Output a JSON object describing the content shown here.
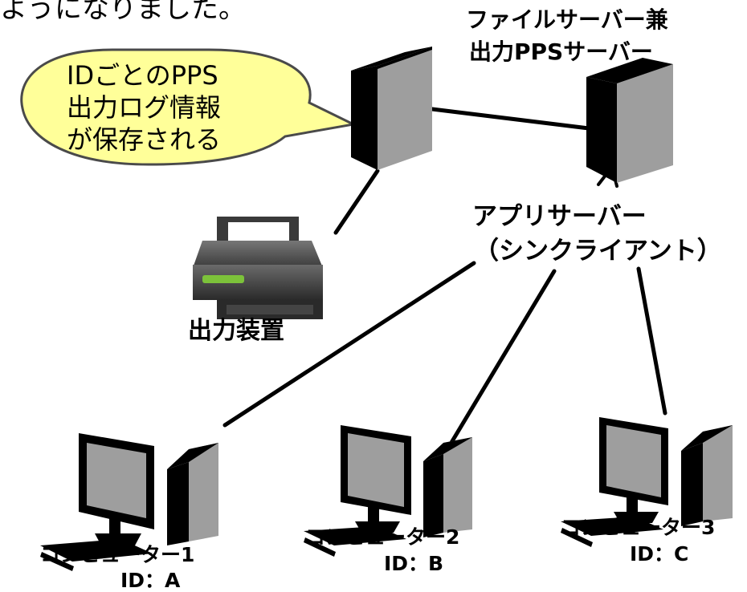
{
  "header_fragment": "ようになりました。",
  "callout": {
    "lines": [
      "IDごとのPPS",
      "出力ログ情報",
      "が保存される"
    ],
    "fill": "#ffff99"
  },
  "server_label": {
    "lines": [
      "ファイルサーバー兼",
      "出力PPSサーバー"
    ]
  },
  "app_server_label": {
    "lines": [
      "アプリサーバー",
      "（シンクライアント）"
    ]
  },
  "output_device_label": "出力装置",
  "computers": [
    {
      "name": "コンピューター1",
      "id": "ID：A"
    },
    {
      "name": "コンピューター2",
      "id": "ID：B"
    },
    {
      "name": "コンピューター3",
      "id": "ID：C"
    }
  ],
  "colors": {
    "server_front": "#000000",
    "server_side": "#9e9e9e",
    "screen": "#9e9e9e",
    "printer_body": "#4a4a4a",
    "printer_led": "#7cc23a",
    "callout_stroke": "#4a4a4a"
  }
}
